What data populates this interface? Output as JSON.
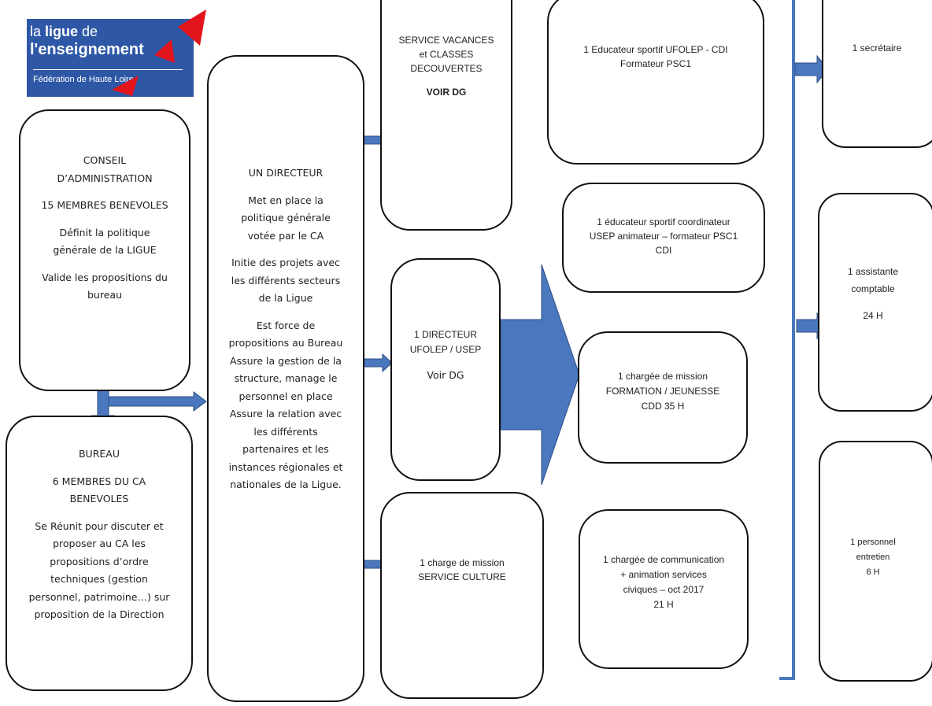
{
  "logo": {
    "line1_prefix": "la ",
    "line1_bold": "ligue",
    "line1_suffix": " de",
    "line2": "l'enseignement",
    "subtitle": "Fédération de Haute Loire"
  },
  "colors": {
    "arrow": "#4a77bd",
    "logo_blue": "#2e58a6",
    "logo_red": "#e2141c",
    "border": "#111111"
  },
  "conseil": {
    "title_1": "CONSEIL",
    "title_2": "D’ADMINISTRATION",
    "members": "15  MEMBRES BENEVOLES",
    "line_1": "Définit la politique",
    "line_2": "générale de la LIGUE",
    "line_3": "Valide les propositions du",
    "line_4": "bureau"
  },
  "bureau": {
    "title": "BUREAU",
    "members_1": "6 MEMBRES DU CA",
    "members_2": "BENEVOLES",
    "lines": [
      "Se Réunit pour discuter et",
      "proposer au CA  les",
      "propositions d’ordre",
      "techniques (gestion",
      "personnel, patrimoine…) sur",
      "proposition de la Direction"
    ]
  },
  "directeur": {
    "title": "UN DIRECTEUR",
    "block1": [
      "Met en place la",
      "politique générale",
      "votée par le CA"
    ],
    "block2": [
      "Initie des projets avec",
      "les différents secteurs",
      "de la Ligue"
    ],
    "block3": [
      "Est force de",
      "propositions au Bureau",
      "Assure la gestion de la",
      "structure,  manage le",
      "personnel en place",
      "Assure la relation avec",
      "les différents",
      "partenaires et les",
      "instances régionales et",
      "nationales de la Ligue."
    ]
  },
  "vacances": {
    "lines": [
      "SERVICE VACANCES",
      "et CLASSES",
      "DECOUVERTES"
    ],
    "link": "VOIR DG"
  },
  "ufolep_dir": {
    "line_1": "1 DIRECTEUR",
    "line_2": "UFOLEP / USEP",
    "link": "Voir DG"
  },
  "culture": {
    "line_1": "1 charge de mission",
    "line_2": "SERVICE CULTURE"
  },
  "educ_ufolep": {
    "line_1": "1 Educateur sportif UFOLEP -  CDI",
    "line_2": "Formateur PSC1"
  },
  "educ_usep": {
    "line_1": "1 éducateur sportif  coordinateur",
    "line_2": "USEP animateur – formateur PSC1",
    "line_3": "CDI"
  },
  "formation": {
    "line_1": "1 chargée de mission",
    "line_2": "FORMATION / JEUNESSE",
    "line_3": "CDD 35 H"
  },
  "communication": {
    "line_1": "1 chargée de communication",
    "line_2": "+ animation services",
    "line_3": "civiques – oct 2017",
    "line_4": "21 H"
  },
  "secretaire": {
    "line_1": "1 secrétaire"
  },
  "comptable": {
    "line_1": "1 assistante",
    "line_2": "comptable",
    "line_3": "24 H"
  },
  "entretien": {
    "line_1": "1 personnel",
    "line_2": "entretien",
    "line_3": "6 H"
  }
}
